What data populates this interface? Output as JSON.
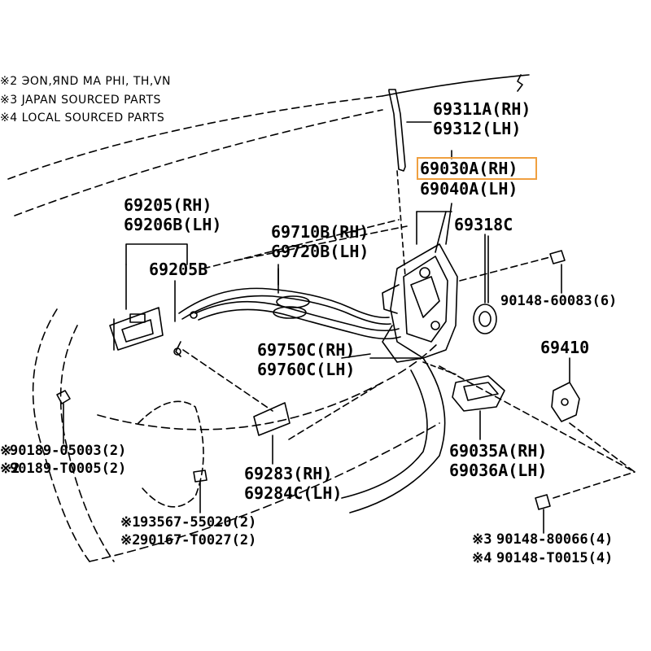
{
  "notes": [
    "※2 ЭОN,ЯND MA PHI, TH,VN",
    "※3 JAPAN SOURCED PARTS",
    "※4 LOCAL SOURCED PARTS"
  ],
  "labels": {
    "p69311": "69311A(RH)",
    "p69312": "69312(LH)",
    "p69030": "69030A(RH)",
    "p69040": "69040A(LH)",
    "p69205rh": "69205(RH)",
    "p69206lh": "69206B(LH)",
    "p69205b": "69205B",
    "p69710": "69710B(RH)",
    "p69720": "69720B(LH)",
    "p69318": "69318C",
    "p90148_60083": "90148-60083(6)",
    "p69750": "69750C(RH)",
    "p69760": "69760C(LH)",
    "p69410": "69410",
    "p90189_05003": "90189-05003(2)",
    "p90189_t0005": "90189-T0005(2)",
    "p69035": "69035A(RH)",
    "p69036": "69036A(LH)",
    "p69283": "69283(RH)",
    "p69284": "69284C(LH)",
    "p93567": "93567-55020(2)",
    "p90167": "90167-T0027(2)",
    "p90148_80066": "90148-80066(4)",
    "p90148_t0015": "90148-T0015(4)",
    "m1": "※1",
    "m2a": "※2",
    "m2b": "※2",
    "m3": "※3",
    "m4": "※4",
    "m0": "※"
  },
  "highlight_color": "#f0a040"
}
